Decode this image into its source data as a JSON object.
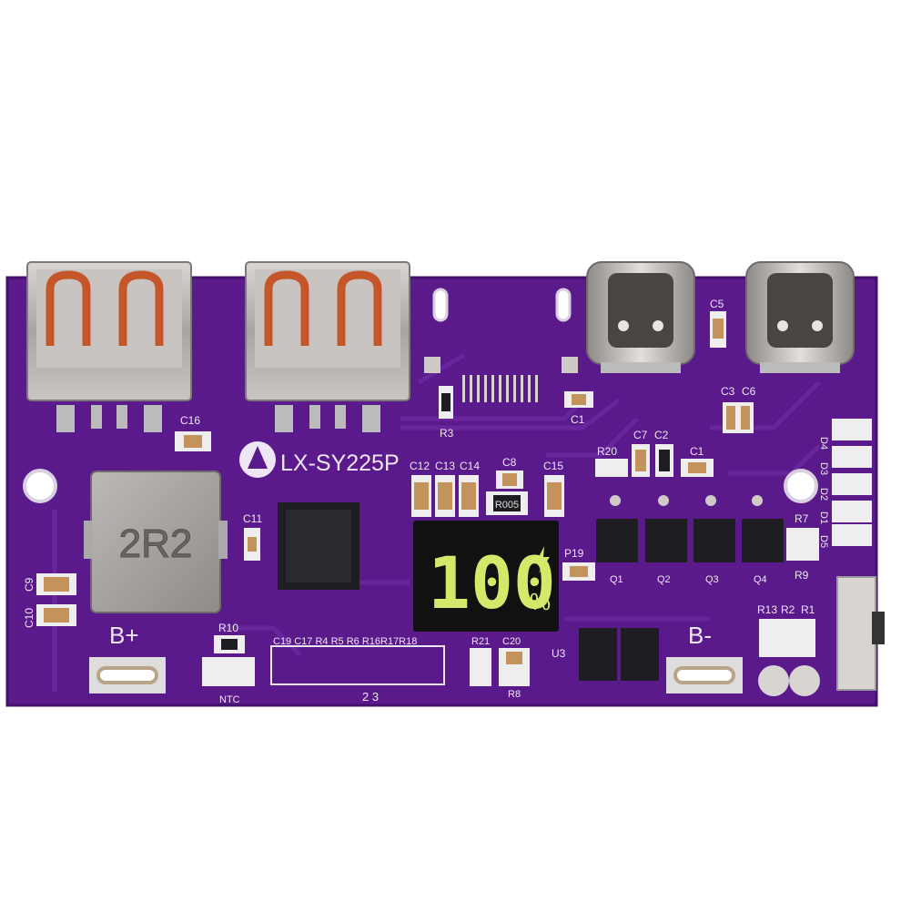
{
  "board": {
    "model": "LX-SY225P",
    "colors": {
      "pcb": "#5b1a8c",
      "pcb_dark": "#4a1275",
      "silkscreen": "#efe6f5",
      "metal": "#bdb8b6",
      "gold": "#c79a5e",
      "display_green": "#d4e86a"
    }
  },
  "display": {
    "digits": "100",
    "unit": "%",
    "icon": "lightning-icon"
  },
  "inductor": {
    "marking": "2R2"
  },
  "shunt": {
    "marking": "R005"
  },
  "terminals": {
    "positive": "B+",
    "negative": "B-",
    "ntc": "NTC"
  },
  "labels": {
    "c16": "C16",
    "c11": "C11",
    "c9": "C9",
    "c10": "C10",
    "c12": "C12",
    "c13": "C13",
    "c14": "C14",
    "c8": "C8",
    "c15": "C15",
    "r3": "R3",
    "c1": "C1",
    "c5": "C5",
    "c3": "C3",
    "c6": "C6",
    "r20": "R20",
    "c7": "C7",
    "c2": "C2",
    "c4": "C1",
    "p19": "P19",
    "q1": "Q1",
    "q2": "Q2",
    "q3": "Q3",
    "q4": "Q4",
    "r7": "R7",
    "r9": "R9",
    "r13": "R13",
    "r2": "R2",
    "r1": "R1",
    "r10": "R10",
    "row_bottom": "C19 C17 R4 R5  R6 R16R17R18",
    "r21": "R21",
    "c20": "C20",
    "r8": "R8",
    "u3": "U3",
    "nums": "2  3",
    "d4": "D4",
    "d3": "D3",
    "d2": "D2",
    "d1": "D1",
    "d5": "D5"
  }
}
